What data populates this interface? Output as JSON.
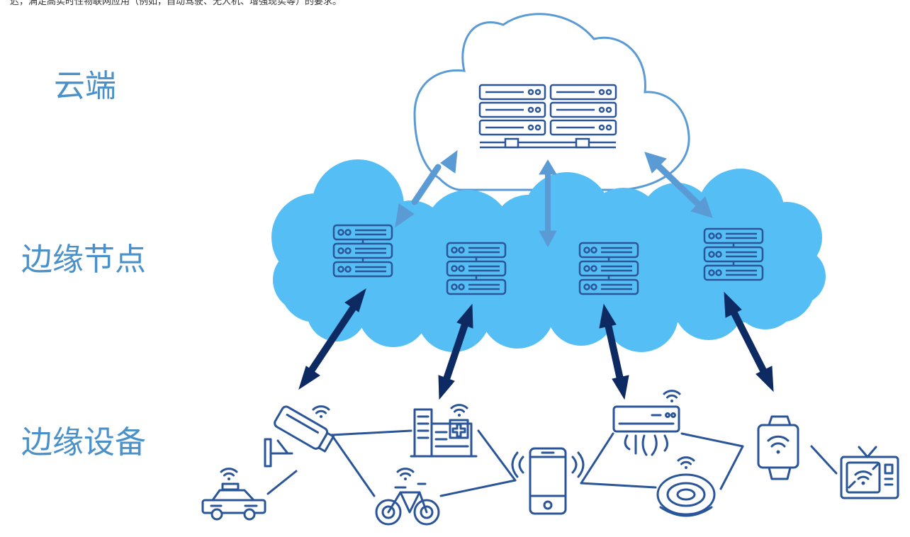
{
  "top_text": "迟，满足高实时性物联网应用（例如，自动驾驶、无人机、增强现实等）的要求。",
  "tiers": {
    "cloud": {
      "label": "云端"
    },
    "edge_nodes": {
      "label": "边缘节点"
    },
    "edge_devices": {
      "label": "边缘设备"
    }
  },
  "colors": {
    "label": "#4a90c9",
    "cloud_outline": "#5b9bd5",
    "edge_cloud_fill": "#55bff5",
    "icon_stroke": "#2a5599",
    "cloud_arrow": "#5b9bd5",
    "device_arrow": "#0d2a63",
    "link_line": "#2a5599"
  },
  "devices": [
    {
      "name": "security-camera-icon"
    },
    {
      "name": "taxi-icon"
    },
    {
      "name": "hospital-building-icon"
    },
    {
      "name": "bicycle-icon"
    },
    {
      "name": "smartphone-icon"
    },
    {
      "name": "air-conditioner-icon"
    },
    {
      "name": "robot-vacuum-icon"
    },
    {
      "name": "smartwatch-icon"
    },
    {
      "name": "television-icon"
    }
  ]
}
